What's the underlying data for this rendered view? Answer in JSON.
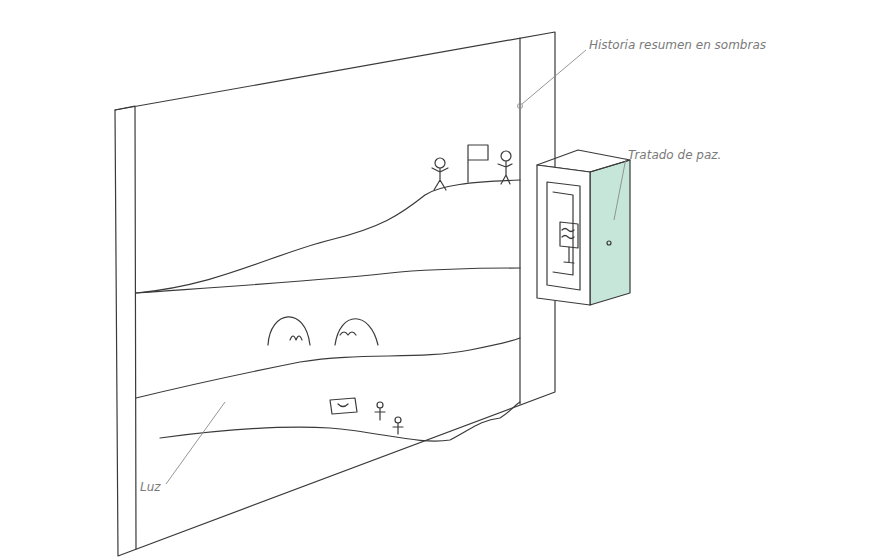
{
  "diagram": {
    "labels": [
      "Historia resumen en sombras",
      "Tratado de paz.",
      "Luz"
    ]
  }
}
